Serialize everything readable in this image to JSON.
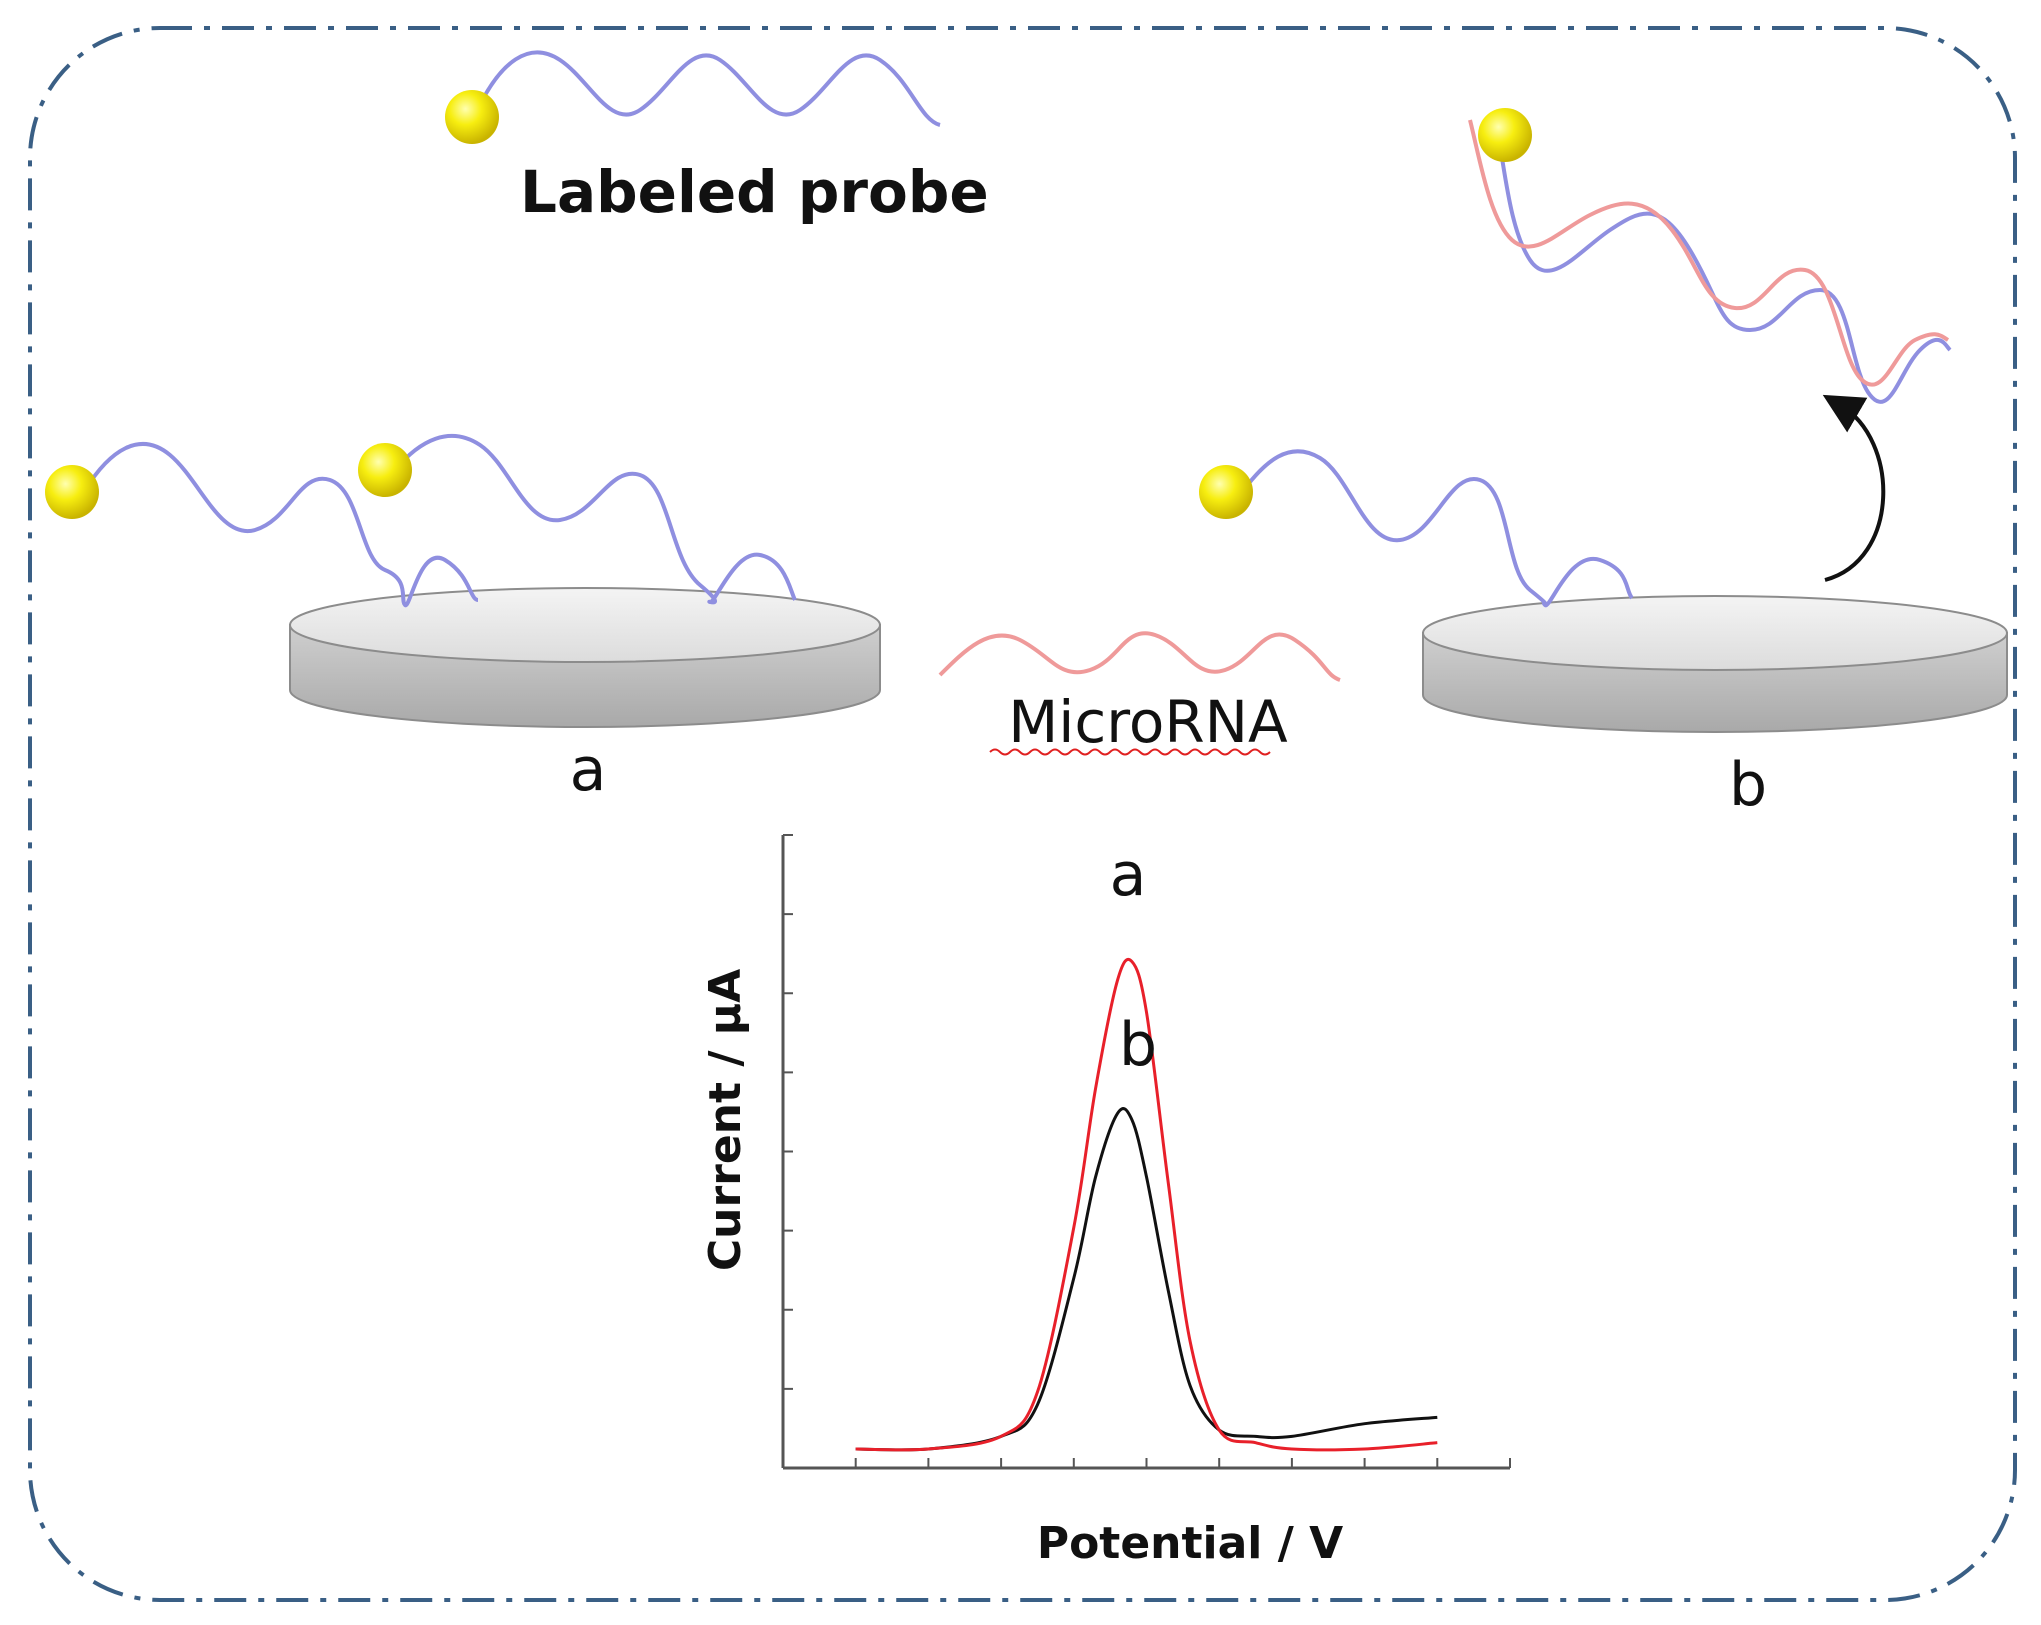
{
  "labels": {
    "labeled_probe": "Labeled probe",
    "microrna": "MicroRNA",
    "electrode_a": "a",
    "electrode_b": "b",
    "peak_a": "a",
    "peak_b": "b"
  },
  "colors": {
    "frame": "#3a5f85",
    "probe_strand": "#8f8fe0",
    "microrna_strand": "#ef9a9a",
    "label_ball": "#f2e600",
    "electrode": "#d9d9d9",
    "curve_a": "#e8202a",
    "curve_b": "#111111",
    "axis": "#555555"
  },
  "chart_data": {
    "type": "line",
    "xlabel": "Potential / V",
    "ylabel": "Current / µA",
    "x_tick_count": 11,
    "y_tick_count": 9,
    "xlim": [
      0,
      1
    ],
    "ylim": [
      0,
      1
    ],
    "series": [
      {
        "name": "a",
        "x": [
          0.1,
          0.2,
          0.3,
          0.35,
          0.4,
          0.43,
          0.46,
          0.48,
          0.5,
          0.53,
          0.56,
          0.6,
          0.65,
          0.7,
          0.8,
          0.9
        ],
        "y": [
          0.03,
          0.03,
          0.05,
          0.12,
          0.38,
          0.6,
          0.77,
          0.8,
          0.72,
          0.45,
          0.2,
          0.06,
          0.04,
          0.03,
          0.03,
          0.04
        ]
      },
      {
        "name": "b",
        "x": [
          0.1,
          0.2,
          0.3,
          0.35,
          0.4,
          0.43,
          0.46,
          0.48,
          0.5,
          0.53,
          0.56,
          0.6,
          0.65,
          0.7,
          0.8,
          0.9
        ],
        "y": [
          0.03,
          0.03,
          0.05,
          0.1,
          0.3,
          0.46,
          0.56,
          0.55,
          0.46,
          0.28,
          0.13,
          0.06,
          0.05,
          0.05,
          0.07,
          0.08
        ]
      }
    ]
  }
}
